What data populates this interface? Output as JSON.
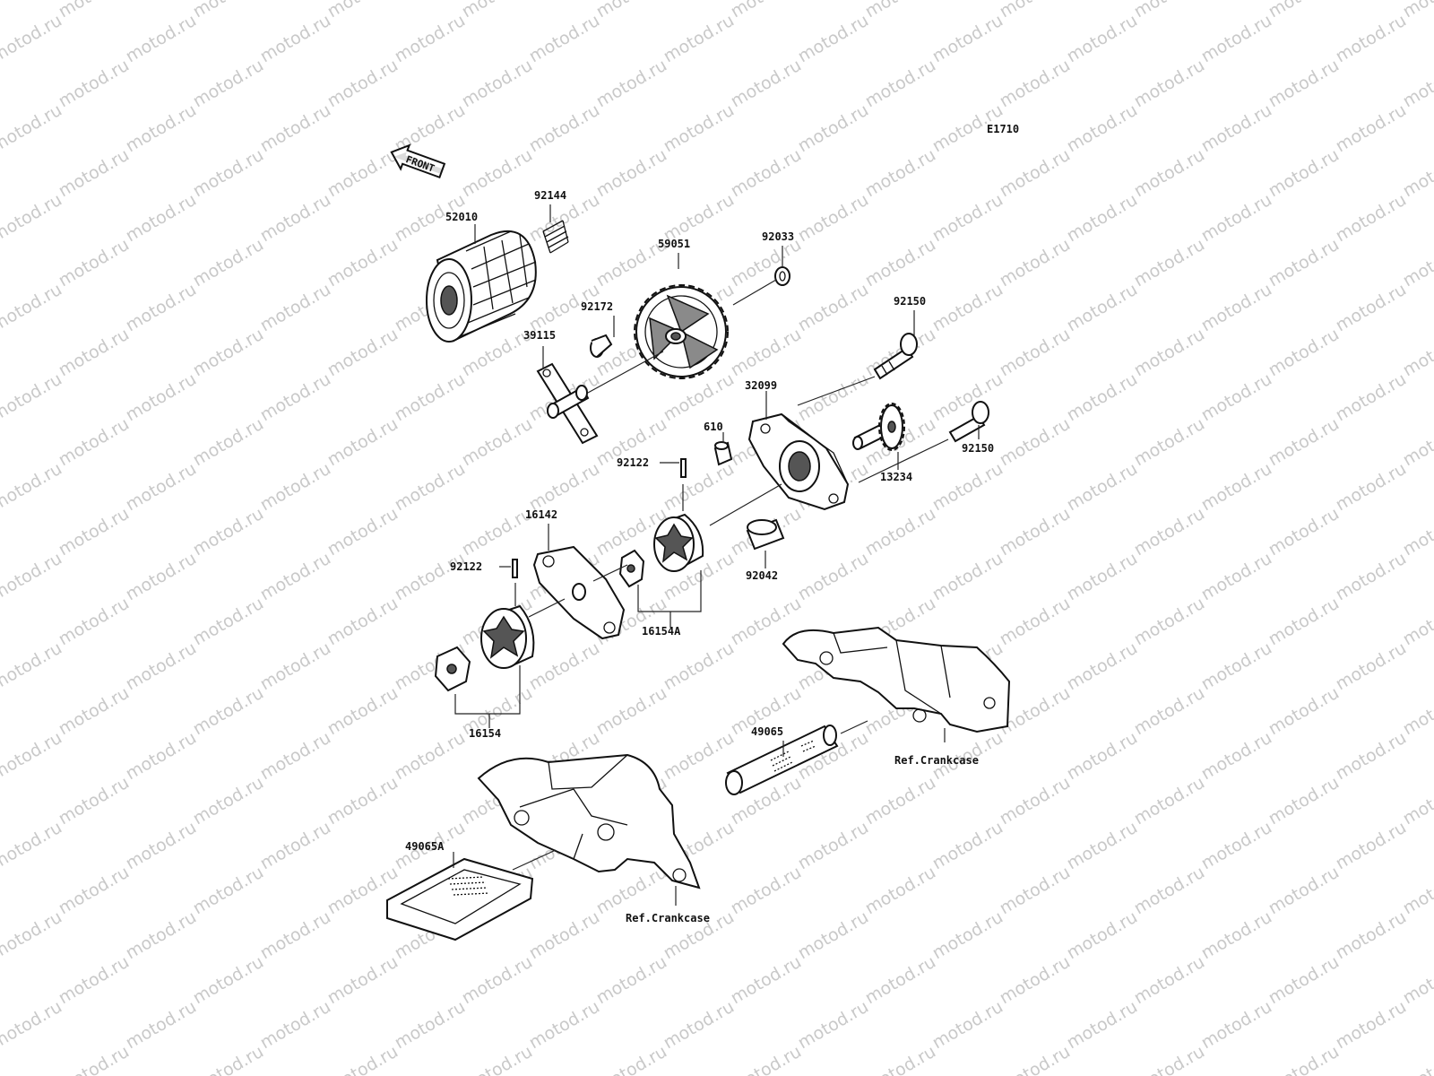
{
  "diagram_code": "E1710",
  "front_arrow": {
    "text": "FRONT",
    "icon": "front-arrow-icon"
  },
  "watermark": "motod.ru",
  "parts": {
    "p52010": "52010",
    "p92144": "92144",
    "p59051": "59051",
    "p92033": "92033",
    "p92172": "92172",
    "p39115": "39115",
    "p92150a": "92150",
    "p32099": "32099",
    "p610": "610",
    "p92150b": "92150",
    "p13234": "13234",
    "p92122a": "92122",
    "p16142": "16142",
    "p92122b": "92122",
    "p92042": "92042",
    "p16154A": "16154A",
    "p16154": "16154",
    "p49065": "49065",
    "p49065A": "49065A"
  },
  "refs": {
    "crankcase_upper": "Ref.Crankcase",
    "crankcase_lower": "Ref.Crankcase"
  }
}
